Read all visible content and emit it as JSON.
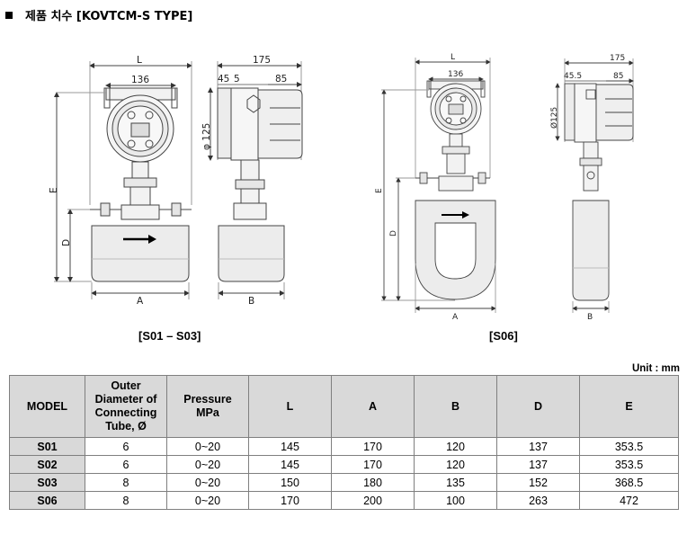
{
  "heading": {
    "bullet": "■",
    "title": "제품 치수 [KOVTCM-S TYPE]"
  },
  "drawing_left": {
    "caption": "[S01 – S03]",
    "dims": {
      "L": "L",
      "w136": "136",
      "w175": "175",
      "w45": "45",
      "w5": "5",
      "w85": "85",
      "phi": "φ 125",
      "E": "E",
      "D": "D",
      "A": "A",
      "B": "B"
    }
  },
  "drawing_right": {
    "caption": "[S06]",
    "dims": {
      "L": "L",
      "w136": "136",
      "w175": "175",
      "w455": "45.5",
      "w85": "85",
      "phi": "Ø125",
      "E": "E",
      "D": "D",
      "A": "A",
      "B": "B"
    }
  },
  "unit_label": "Unit : mm",
  "table": {
    "headers": [
      "MODEL",
      "Outer Diameter of Connecting Tube, Ø",
      "Pressure MPa",
      "L",
      "A",
      "B",
      "D",
      "E"
    ],
    "rows": [
      [
        "S01",
        "6",
        "0~20",
        "145",
        "170",
        "120",
        "137",
        "353.5"
      ],
      [
        "S02",
        "6",
        "0~20",
        "145",
        "170",
        "120",
        "137",
        "353.5"
      ],
      [
        "S03",
        "8",
        "0~20",
        "150",
        "180",
        "135",
        "152",
        "368.5"
      ],
      [
        "S06",
        "8",
        "0~20",
        "170",
        "200",
        "100",
        "263",
        "472"
      ]
    ]
  }
}
